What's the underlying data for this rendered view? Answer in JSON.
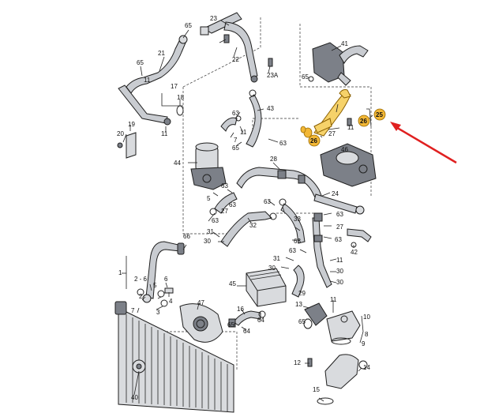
{
  "diagram": {
    "callouts": [
      "1",
      "2 - 6",
      "2",
      "3",
      "4",
      "5",
      "6",
      "7",
      "8",
      "9",
      "10",
      "11",
      "12",
      "13",
      "14",
      "15",
      "16",
      "17",
      "18",
      "19",
      "20",
      "21",
      "22",
      "23",
      "23A",
      "24",
      "25",
      "26",
      "27",
      "28",
      "29",
      "30",
      "31",
      "32",
      "33",
      "40",
      "41",
      "42",
      "43",
      "44",
      "45",
      "46",
      "47",
      "63",
      "64",
      "65",
      "66"
    ],
    "highlighted": [
      "25",
      "26"
    ],
    "colors": {
      "highlight": "#f2b736",
      "arrow": "#e02020",
      "line": "#222222",
      "part_fill": "#c9ccd1"
    }
  }
}
